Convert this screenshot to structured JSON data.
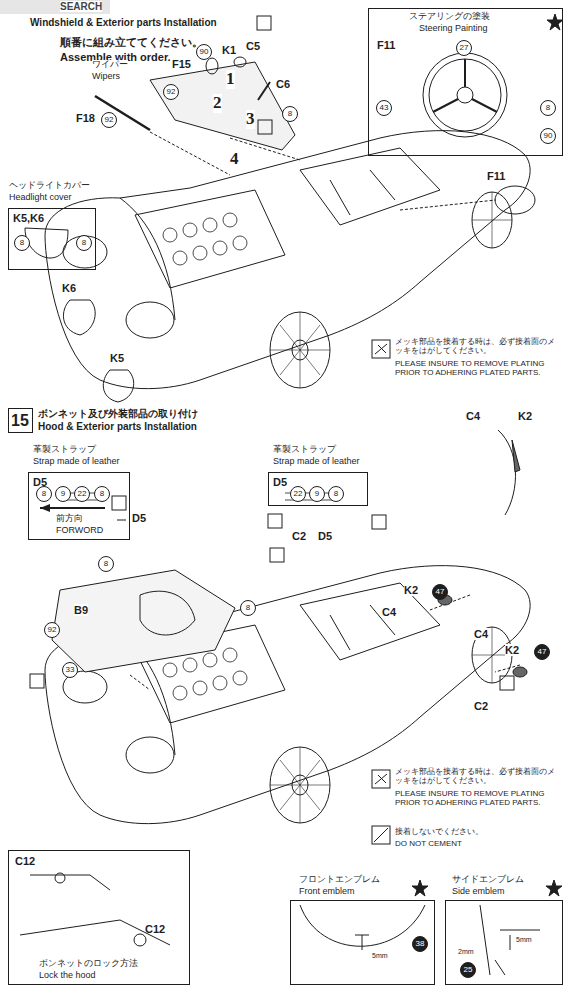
{
  "diagram": {
    "nodes": [
      {
        "text": [
          "ステアリングの塗装",
          "Steering Painting",
          "F11"
        ]
      },
      {
        "text": [
          "ヘッドライトカバー",
          "Headlight cover",
          "K5,K6"
        ]
      },
      {
        "text": [
          "15"
        ]
      },
      {
        "text": [
          "革製ストラップ",
          "Strap made of leather",
          "D5"
        ]
      },
      {
        "text": [
          "革製ストラップ",
          "Strap made of leather",
          "D5"
        ]
      },
      {
        "text": [
          "C12",
          "C12",
          "ボンネットのロック方法",
          "Lock the hood"
        ]
      },
      {
        "text": [
          "フロントエンブレム",
          "Front emblem"
        ]
      },
      {
        "text": [
          "サイドエンブレム",
          "Side emblem"
        ]
      }
    ],
    "labels": [
      "SEARCH",
      "Windshield & Exterior parts Installation",
      "順番に組み立ててください。",
      "Assemble with order.",
      "K1",
      "F15",
      "90",
      "C5",
      "1",
      "92",
      "2",
      "C6",
      "3",
      "8",
      "ワイパー",
      "Wipers",
      "F18",
      "92",
      "4",
      "K6",
      "K5",
      "F11",
      "メッキ部品を接着する時は、必ず接着面のメッキをはがしてください。",
      "PLEASE INSURE TO REMOVE PLATING PRIOR TO ADHERING PLATED PARTS.",
      "27",
      "43",
      "8",
      "90",
      "8",
      "8",
      "ボンネット及び外装部品の取り付け",
      "Hood & Exterior parts Installation",
      "8",
      "9",
      "22",
      "8",
      "前方向",
      "FORWORD",
      "D5",
      "22",
      "9",
      "8",
      "C4",
      "K2",
      "8",
      "8",
      "B9",
      "92",
      "33",
      "C2",
      "D5",
      "K2",
      "47",
      "C4",
      "C4",
      "K2",
      "47",
      "C2",
      "メッキ部品を接着する時は、必ず接着面のメッキをはがしてください。",
      "PLEASE INSURE TO REMOVE PLATING PRIOR TO ADHERING PLATED PARTS.",
      "接着しないでください。",
      "DO NOT CEMENT",
      "5mm",
      "38",
      "5mm",
      "2mm",
      "25"
    ]
  }
}
